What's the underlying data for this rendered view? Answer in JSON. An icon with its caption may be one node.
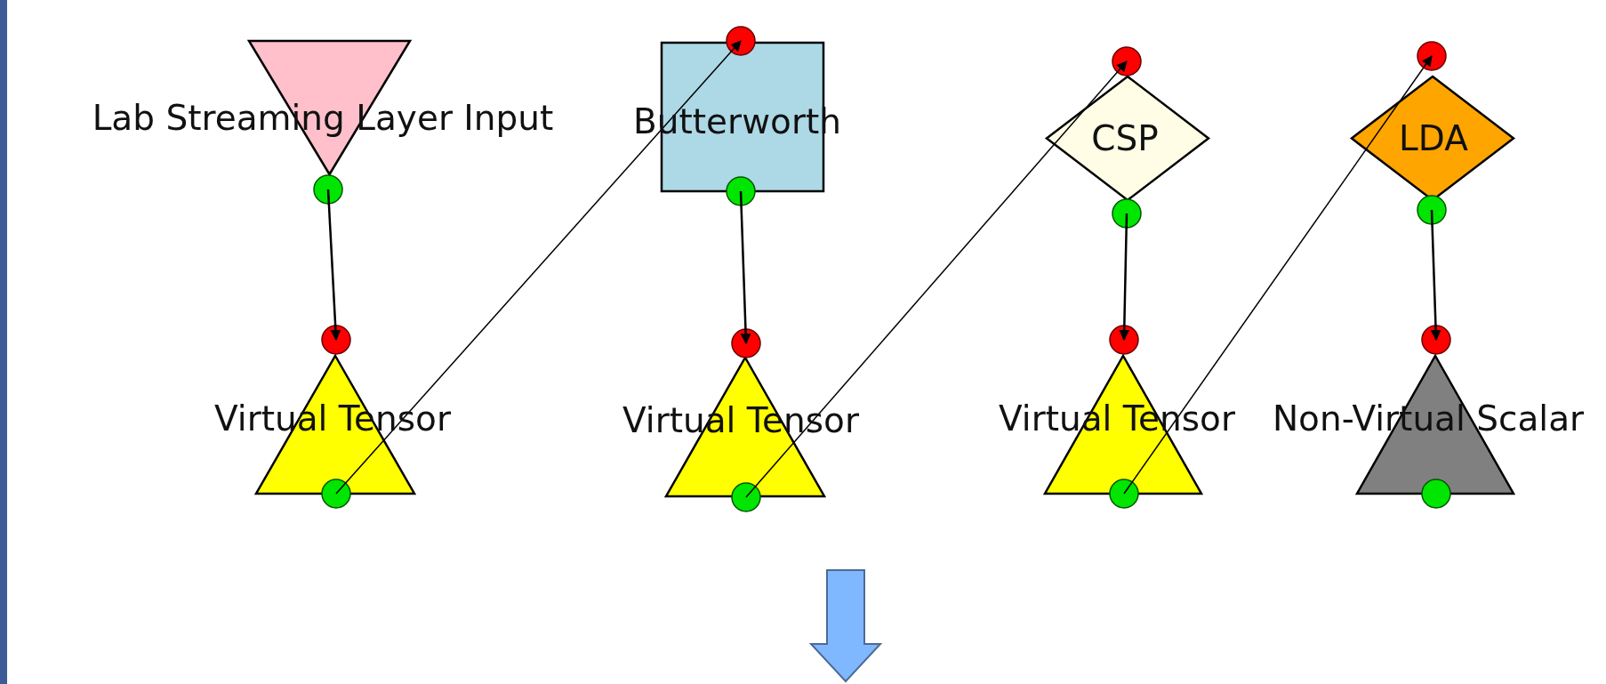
{
  "diagram": {
    "nodes": [
      {
        "text": [
          "Lab Streaming Layer Input"
        ]
      },
      {
        "text": [
          "Butterworth"
        ]
      },
      {
        "text": [
          "CSP"
        ]
      },
      {
        "text": [
          "LDA"
        ]
      },
      {
        "text": [
          "Virtual Tensor"
        ]
      },
      {
        "text": [
          "Virtual Tensor"
        ]
      },
      {
        "text": [
          "Virtual Tensor"
        ]
      },
      {
        "text": [
          "Non-Virtual Scalar"
        ]
      }
    ],
    "edges": [
      {
        "from": 0,
        "to": 4,
        "arrow": "to"
      },
      {
        "from": 4,
        "to": 1,
        "arrow": "to"
      },
      {
        "from": 1,
        "to": 5,
        "arrow": "to"
      },
      {
        "from": 5,
        "to": 2,
        "arrow": "to"
      },
      {
        "from": 2,
        "to": 6,
        "arrow": "to"
      },
      {
        "from": 6,
        "to": 3,
        "arrow": "to"
      },
      {
        "from": 3,
        "to": 7,
        "arrow": "to"
      }
    ]
  }
}
